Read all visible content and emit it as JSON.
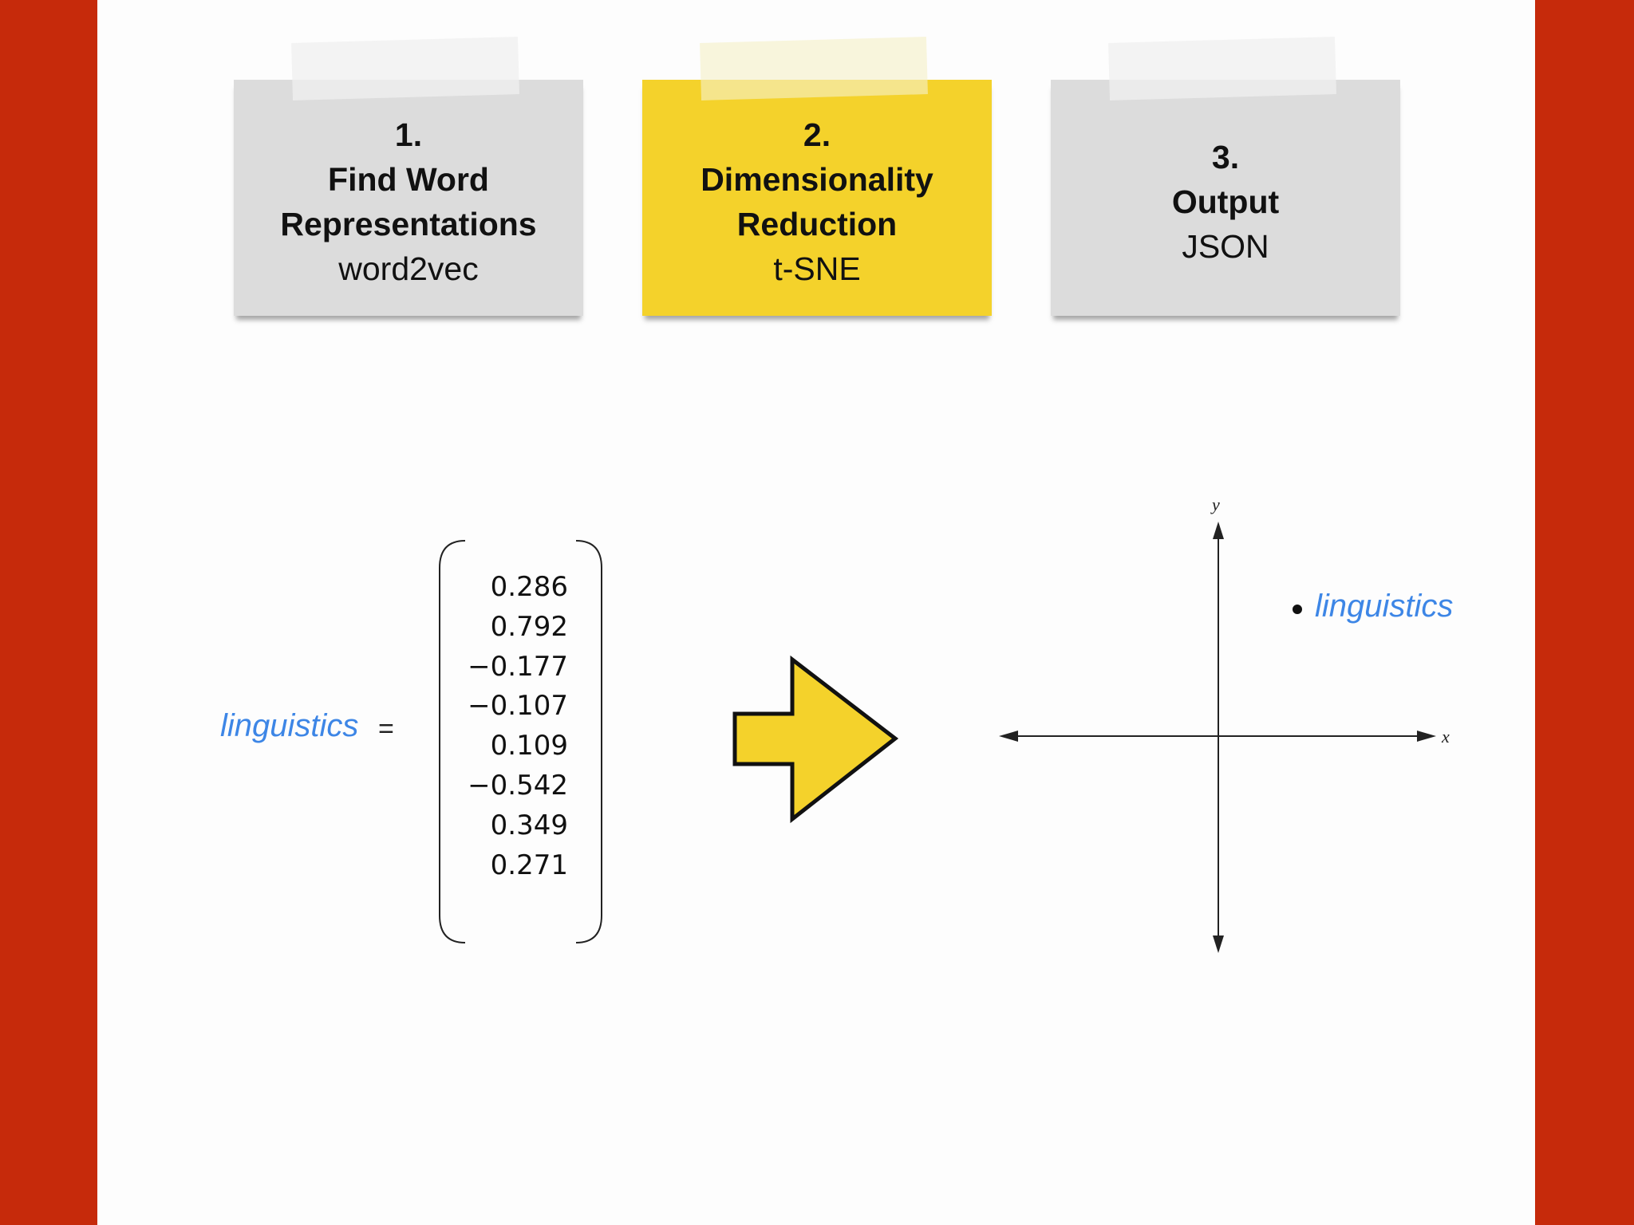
{
  "steps": [
    {
      "number": "1.",
      "title_line1": "Find Word",
      "title_line2": "Representations",
      "tool": "word2vec",
      "color": "#dcdcdc"
    },
    {
      "number": "2.",
      "title_line1": "Dimensionality",
      "title_line2": "Reduction",
      "tool": "t-SNE",
      "color": "#f4d22b"
    },
    {
      "number": "3.",
      "title_line1": "Output",
      "tool": "JSON",
      "color": "#dcdcdc"
    }
  ],
  "vector": {
    "word": "linguistics",
    "equals": "=",
    "values": [
      "0.286",
      "0.792",
      "−0.177",
      "−0.107",
      "0.109",
      "−0.542",
      "0.349",
      "0.271"
    ]
  },
  "plot": {
    "x_label": "x",
    "y_label": "y",
    "point_label": "linguistics"
  },
  "colors": {
    "border": "#c62a0b",
    "word": "#3d86e6",
    "arrow_fill": "#f4d22b"
  }
}
